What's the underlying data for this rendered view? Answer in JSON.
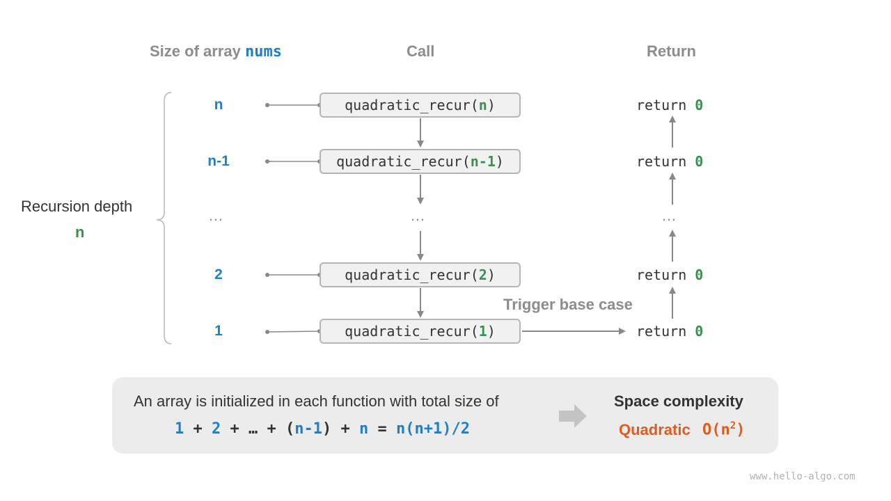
{
  "headers": {
    "size_prefix": "Size of array",
    "size_var": "nums",
    "call": "Call",
    "return": "Return"
  },
  "depth": {
    "label": "Recursion depth",
    "value": "n"
  },
  "rows": [
    {
      "size": "n",
      "fn": "quadratic_recur",
      "arg": "n",
      "ret_kw": "return",
      "ret_val": "0"
    },
    {
      "size": "n-1",
      "fn": "quadratic_recur",
      "arg": "n-1",
      "ret_kw": "return",
      "ret_val": "0"
    },
    {
      "size": "…",
      "fn": "…",
      "ret": "…"
    },
    {
      "size": "2",
      "fn": "quadratic_recur",
      "arg": "2",
      "ret_kw": "return",
      "ret_val": "0"
    },
    {
      "size": "1",
      "fn": "quadratic_recur",
      "arg": "1",
      "ret_kw": "return",
      "ret_val": "0"
    }
  ],
  "base_case_label": "Trigger base case",
  "summary": {
    "text": "An array is initialized in each function with total size of",
    "formula": {
      "t1": "1",
      "op1": "+",
      "t2": "2",
      "op2": "+",
      "t3": "…",
      "op3": "+",
      "lp": "(",
      "t4": "n-1",
      "rp": ")",
      "op4": "+",
      "t5": "n",
      "eq": "=",
      "result": "n(n+1)/2"
    },
    "complexity_title": "Space complexity",
    "complexity_name": "Quadratic",
    "complexity_big_o": "O(n",
    "complexity_exp": "2",
    "complexity_close": ")"
  },
  "watermark": "www.hello-algo.com",
  "colors": {
    "blue": "#1f7fc6",
    "green": "#3b8f50",
    "orange": "#e35a1c",
    "gray": "#8c8c8c",
    "box_fill": "#f1f1f1",
    "panel_fill": "#ececec"
  }
}
